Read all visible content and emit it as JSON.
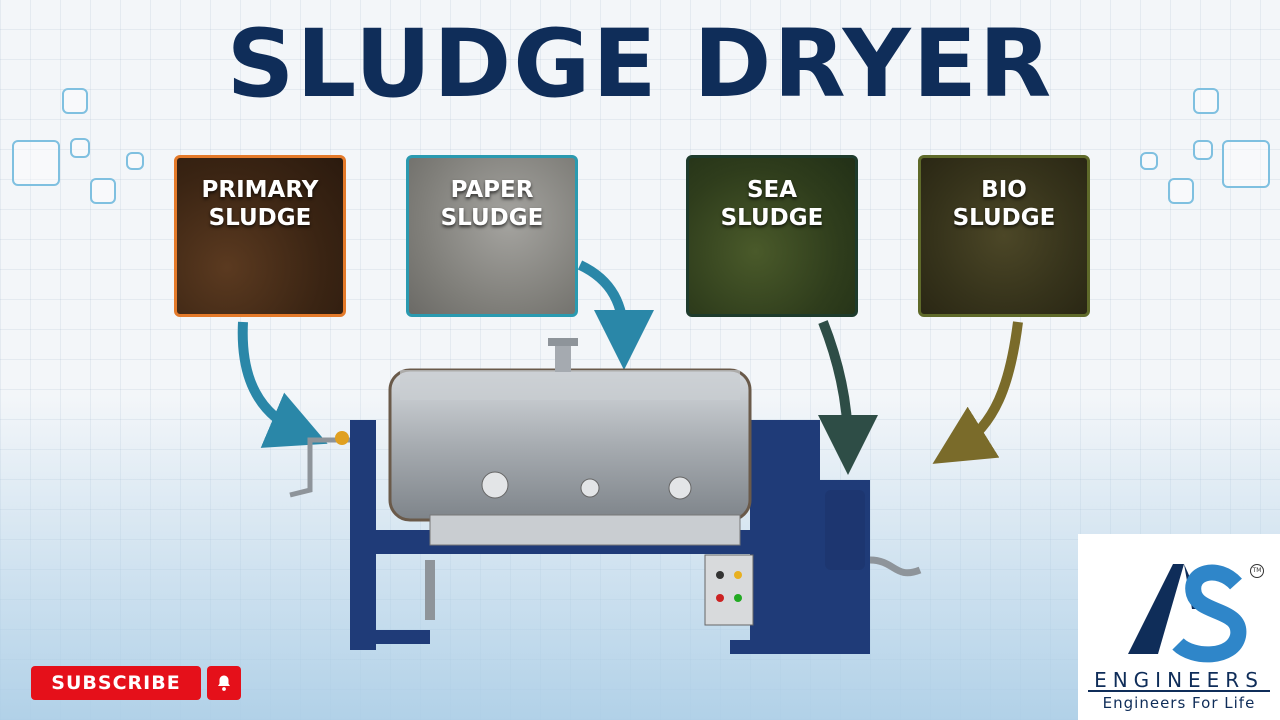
{
  "title": "SLUDGE DRYER",
  "cards": [
    {
      "label_line1": "PRIMARY",
      "label_line2": "SLUDGE"
    },
    {
      "label_line1": "PAPER",
      "label_line2": "SLUDGE"
    },
    {
      "label_line1": "SEA",
      "label_line2": "SLUDGE"
    },
    {
      "label_line1": "BIO",
      "label_line2": "SLUDGE"
    }
  ],
  "subscribe_label": "SUBSCRIBE",
  "logo": {
    "mark": "AS",
    "name": "ENGINEERS",
    "tagline": "Engineers For Life",
    "trademark": "TM"
  },
  "colors": {
    "title": "#0f2d59",
    "subscribe": "#e5101a",
    "arrow_primary": "#2a87a8",
    "arrow_paper": "#2a87a8",
    "arrow_sea": "#2e4d46",
    "arrow_bio": "#7a6b2a"
  },
  "icons": [
    "bell-icon",
    "primary-sludge-arrow-icon",
    "paper-sludge-arrow-icon",
    "sea-sludge-arrow-icon",
    "bio-sludge-arrow-icon"
  ]
}
